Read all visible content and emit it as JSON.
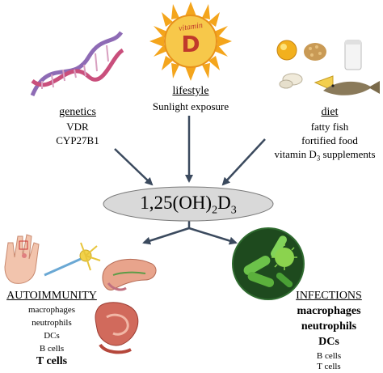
{
  "center": {
    "label_main": "1,25(OH)",
    "sub1": "2",
    "mid": "D",
    "sub2": "3"
  },
  "lifestyle": {
    "title": "lifestyle",
    "items": [
      "Sunlight exposure"
    ],
    "sun_text_top": "vitamin",
    "sun_text_big": "D"
  },
  "genetics": {
    "title": "genetics",
    "items": [
      "VDR",
      "CYP27B1"
    ]
  },
  "diet": {
    "title": "diet",
    "items": [
      "fatty fish",
      "fortified food"
    ],
    "supplement_prefix": "vitamin D",
    "supplement_sub": "3",
    "supplement_suffix": " supplements"
  },
  "autoimmunity": {
    "title": "AUTOIMMUNITY",
    "items": [
      "macrophages",
      "neutrophils",
      "DCs",
      "B cells"
    ],
    "bold_item": "T cells"
  },
  "infections": {
    "title": "INFECTIONS",
    "bold_items": [
      "macrophages",
      "neutrophils",
      "DCs"
    ],
    "items": [
      "B cells",
      "T cells"
    ]
  },
  "colors": {
    "arrow": "#3b4a5e",
    "ellipse_fill": "#d9d9d9",
    "sun": "#f4a51c",
    "sun_center": "#f7c84a",
    "vitamin_red": "#c0392b"
  }
}
